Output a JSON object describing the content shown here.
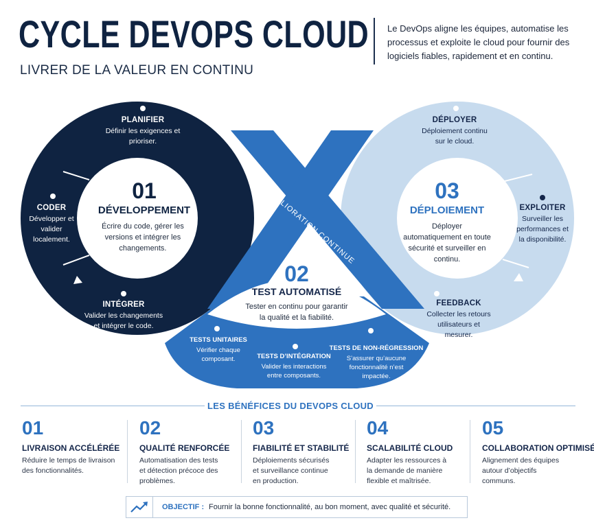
{
  "header": {
    "title": "CYCLE DEVOPS CLOUD",
    "subtitle": "LIVRER DE LA VALEUR EN CONTINU",
    "intro": "Le DevOps aligne les équipes, automatise les processus et exploite le cloud pour fournir des logiciels fiables, rapidement et en continu."
  },
  "colors": {
    "navy": "#0f2341",
    "blue": "#2e72bf",
    "light_blue": "#c7dbee",
    "text_dark": "#14264a"
  },
  "cycle": {
    "loop_label": "AMÉLIORATION CONTINUE",
    "phases": [
      {
        "number": "01",
        "title": "DÉVELOPPEMENT",
        "description": "Écrire du code, gérer les versions et intégrer les changements."
      },
      {
        "number": "02",
        "title": "TEST AUTOMATISÉ",
        "description": "Tester en continu pour garantir la qualité et la fiabilité."
      },
      {
        "number": "03",
        "title": "DÉPLOIEMENT",
        "description": "Déployer automatiquement en toute sécurité et surveiller en continu."
      }
    ],
    "segments": {
      "planifier": {
        "title": "PLANIFIER",
        "description": "Définir les exigences et prioriser."
      },
      "coder": {
        "title": "CODER",
        "description": "Développer et valider localement."
      },
      "integrer": {
        "title": "INTÉGRER",
        "description": "Valider les changements et intégrer le code."
      },
      "deployer": {
        "title": "DÉPLOYER",
        "description": "Déploiement continu sur le cloud."
      },
      "exploiter": {
        "title": "EXPLOITER",
        "description": "Surveiller les performances et la disponibilité."
      },
      "feedback": {
        "title": "FEEDBACK",
        "description": "Collecter les retours utilisateurs et mesurer."
      }
    },
    "tests": [
      {
        "title": "TESTS UNITAIRES",
        "description": "Vérifier chaque composant."
      },
      {
        "title": "TESTS D’INTÉGRATION",
        "description": "Valider les interactions entre composants."
      },
      {
        "title": "TESTS DE NON-RÉGRESSION",
        "description": "S’assurer qu’aucune fonctionnalité n’est impactée."
      }
    ]
  },
  "benefits": {
    "title": "LES BÉNÉFICES DU DEVOPS CLOUD",
    "items": [
      {
        "number": "01",
        "title": "LIVRAISON ACCÉLÉRÉE",
        "description": "Réduire le temps de livraison des fonctionnalités."
      },
      {
        "number": "02",
        "title": "QUALITÉ RENFORCÉE",
        "description": "Automatisation des tests et détection précoce des problèmes."
      },
      {
        "number": "03",
        "title": "FIABILITÉ ET STABILITÉ",
        "description": "Déploiements sécurisés et surveillance continue en production."
      },
      {
        "number": "04",
        "title": "SCALABILITÉ CLOUD",
        "description": "Adapter les ressources à la demande de manière flexible et maîtrisée."
      },
      {
        "number": "05",
        "title": "COLLABORATION OPTIMISÉE",
        "description": "Alignement des équipes autour d’objectifs communs."
      }
    ]
  },
  "objective": {
    "icon": "trend-up-icon",
    "label": "OBJECTIF :",
    "text": "Fournir la bonne fonctionnalité, au bon moment, avec qualité et sécurité."
  }
}
